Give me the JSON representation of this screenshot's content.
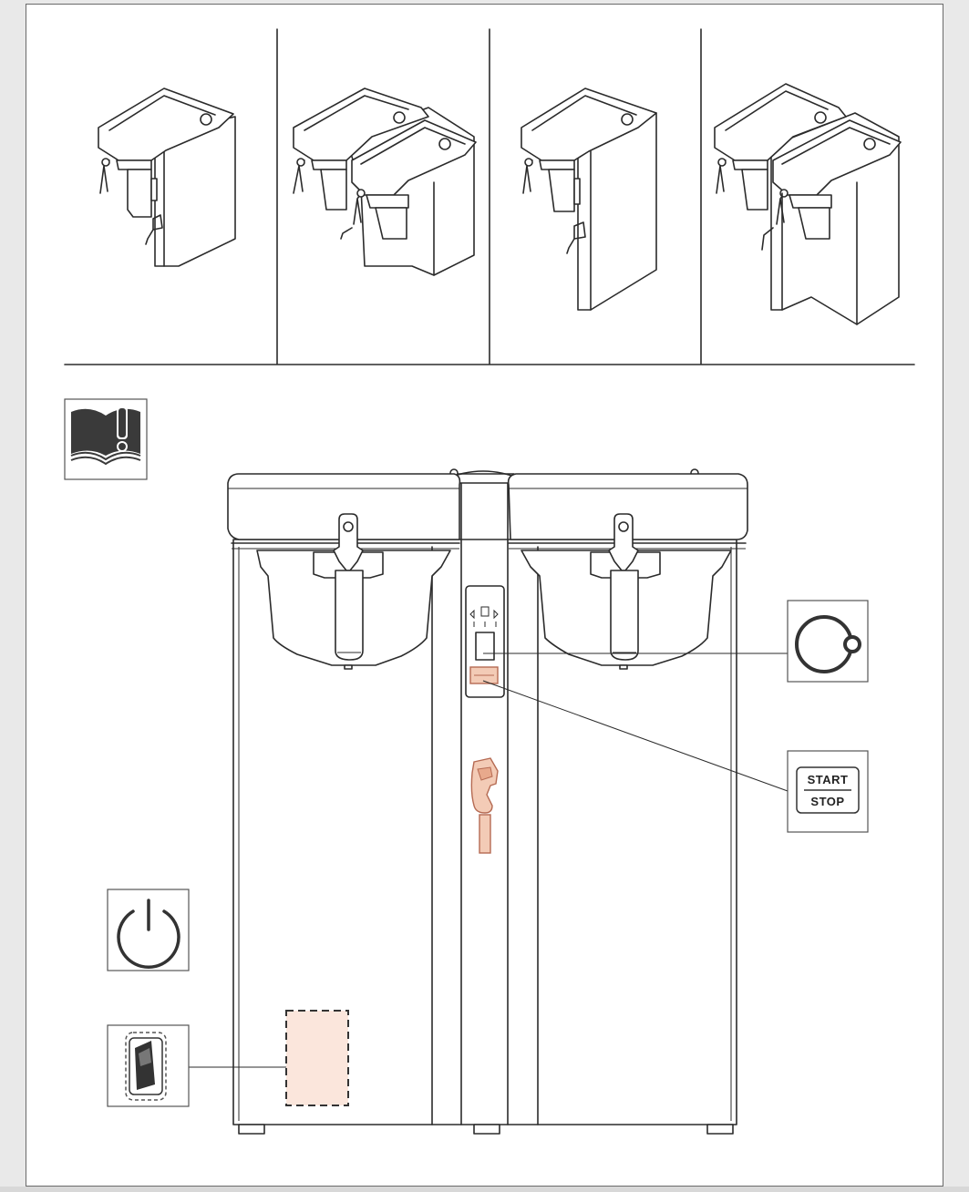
{
  "page": {
    "background": "#ffffff",
    "accent_color": "#f2c9b4",
    "accent_stroke": "#b56a52"
  },
  "top_row": {
    "panels": [
      {
        "name": "single-brewer-left"
      },
      {
        "name": "twin-brewer-stepped"
      },
      {
        "name": "single-brewer-tall"
      },
      {
        "name": "twin-brewer-tall"
      }
    ]
  },
  "icons": {
    "manual_icon": "read-manual-warning-icon",
    "power_icon": "power-icon",
    "switch_icon": "rocker-switch-icon",
    "dial_icon": "selector-ring-icon"
  },
  "start_stop": {
    "start_label": "START",
    "stop_label": "STOP"
  }
}
